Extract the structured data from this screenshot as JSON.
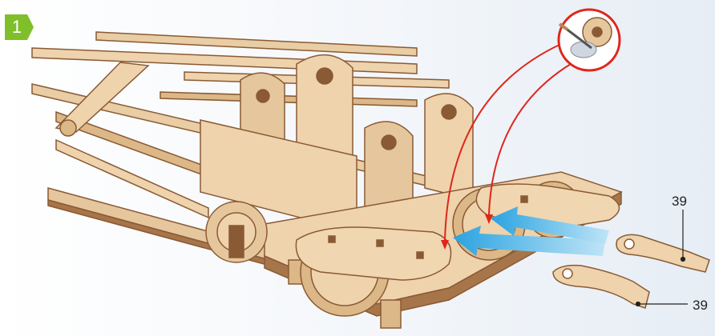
{
  "step": {
    "number": "1"
  },
  "callouts": [
    {
      "label": "39"
    },
    {
      "label": "39"
    }
  ],
  "colors": {
    "step_badge": "#7fbf2a",
    "wood_light": "#eed3ad",
    "wood_mid": "#dcb787",
    "wood_edge": "#8a5a34",
    "arrow_blue": "#2aa3e0",
    "arrow_red": "#e0261b"
  },
  "icons": [
    "glue-brush-icon",
    "gear-detail-icon"
  ]
}
